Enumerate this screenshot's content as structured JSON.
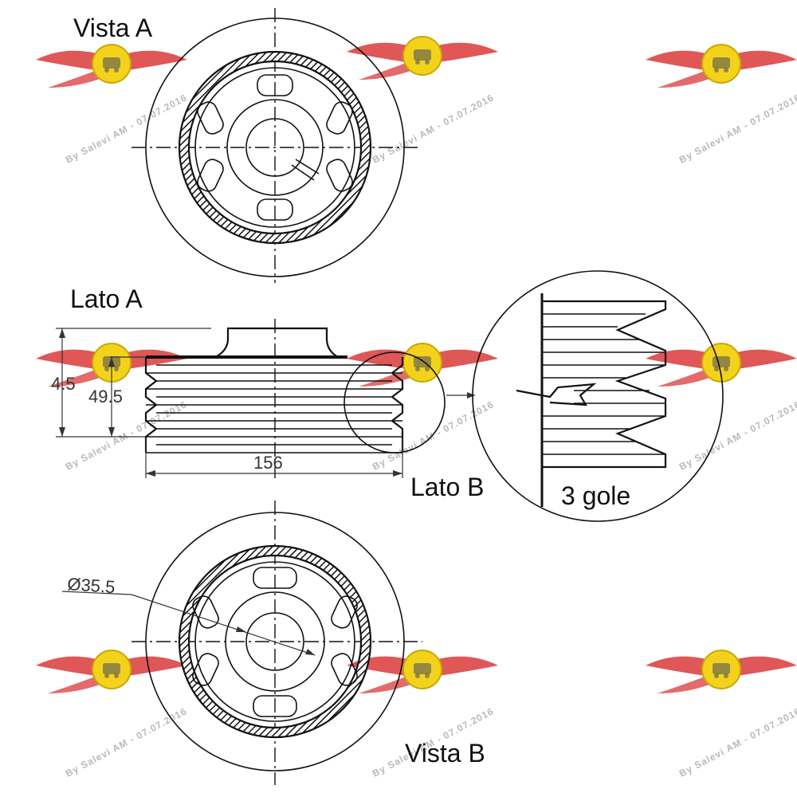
{
  "title": "",
  "labels": {
    "vista_a": "Vista A",
    "lato_a": "Lato A",
    "lato_b": "Lato B",
    "vista_b": "Vista B",
    "grooves": "3 gole"
  },
  "dimensions": {
    "height_total": "4.5",
    "height_inner": "49.5",
    "width": "156",
    "bore_diameter": "Ø35.5"
  },
  "watermark": {
    "text": "By Salevi AM - 07.07.2016",
    "logo_icon": "quick-service-winged-logo",
    "colors": {
      "wing": "#d93a3a",
      "badge": "#f3d21c"
    }
  },
  "colors": {
    "line": "#111111",
    "background": "#ffffff"
  }
}
